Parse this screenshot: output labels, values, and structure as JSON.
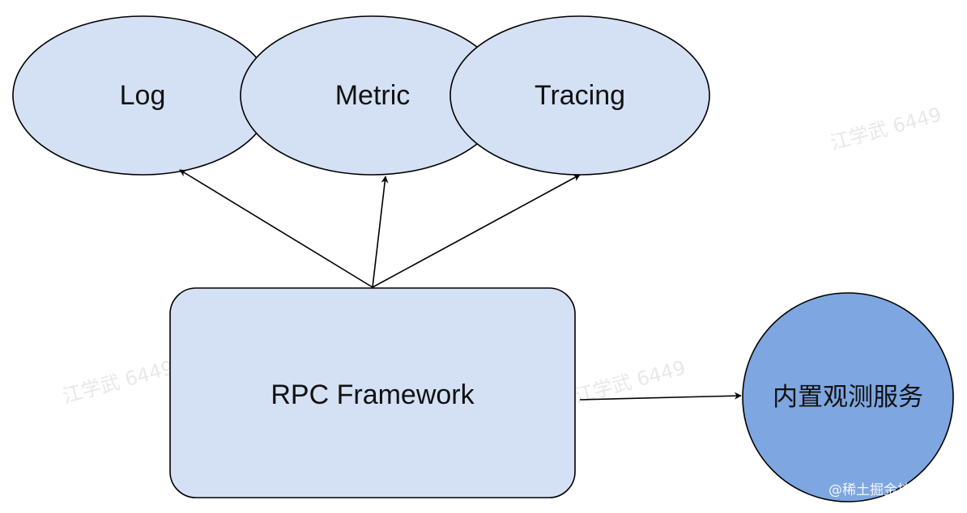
{
  "nodes": {
    "log": {
      "label": "Log"
    },
    "metric": {
      "label": "Metric"
    },
    "tracing": {
      "label": "Tracing"
    },
    "rpc": {
      "label": "RPC Framework"
    },
    "builtin": {
      "label": "内置观测服务"
    }
  },
  "watermark": {
    "text": "江学武 6449"
  },
  "credit": {
    "text": "@稀土掘金技术社区"
  },
  "colors": {
    "node_fill": "#d4e1f4",
    "service_fill": "#7ea6e0",
    "stroke": "#000000",
    "arrow": "#000000"
  }
}
